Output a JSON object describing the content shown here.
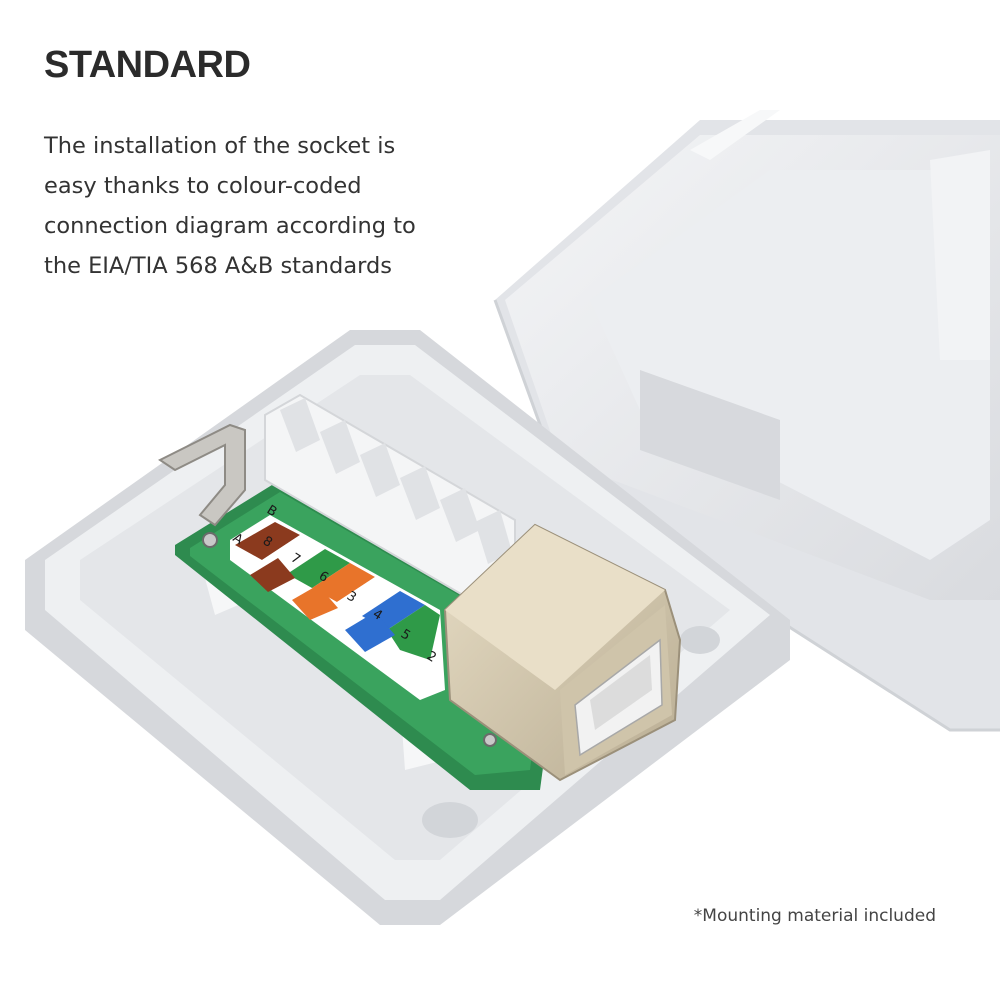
{
  "heading": "STANDARD",
  "description_lines": [
    "The installation of the socket is",
    "easy thanks to colour-coded",
    "connection diagram according to",
    "the EIA/TIA 568 A&B standards"
  ],
  "footnote": "*Mounting material included",
  "board_labels": {
    "row_a": "A",
    "row_b": "B",
    "pins": [
      "8",
      "7",
      "6",
      "3",
      "4",
      "5",
      "2"
    ]
  },
  "colors": {
    "heading_text": "#2b2b2b",
    "body_text": "#333333",
    "pcb_green": "#2e8b4f",
    "wire_brown": "#8b3a1e",
    "wire_green": "#2f9a48",
    "wire_orange": "#e8742a",
    "wire_blue": "#2f6fd0",
    "jack_metal": "#d4c8ad"
  }
}
